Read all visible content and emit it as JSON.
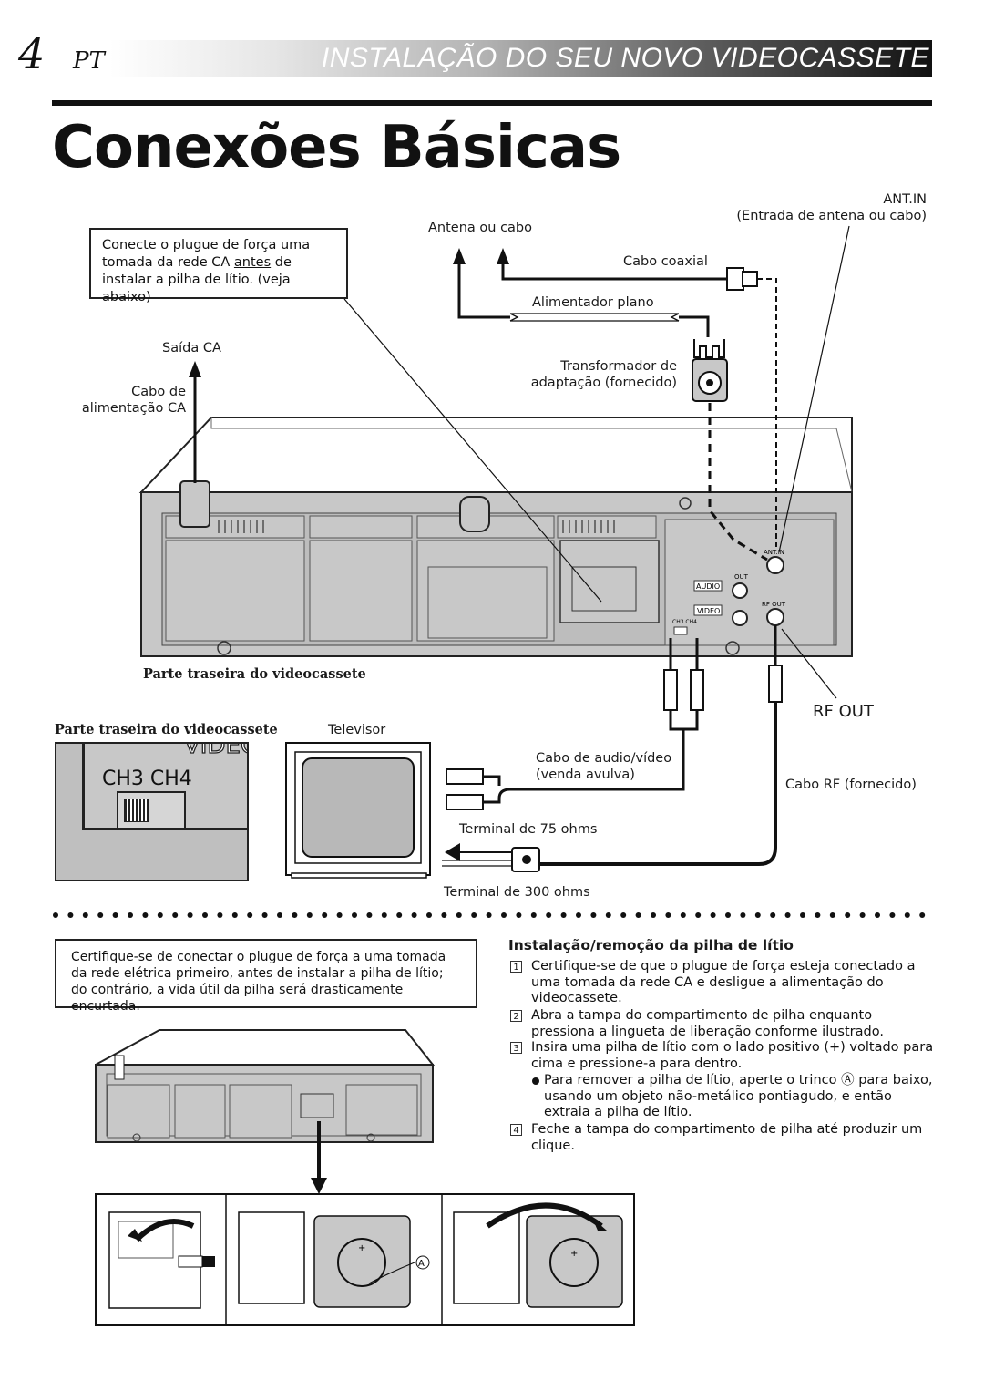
{
  "header": {
    "page_number": "4",
    "language": "PT",
    "section_title": "INSTALAÇÃO DO SEU NOVO VIDEOCASSETE"
  },
  "page_title": "Conexões Básicas",
  "power_note": {
    "before": "Conecte o plugue de força uma tomada da rede CA ",
    "emphasis": "antes",
    "after": " de instalar a pilha de lítio. (veja abaixo)"
  },
  "labels": {
    "antenna_or_cable": "Antena ou cabo",
    "ant_in": "ANT.IN",
    "ant_in_desc": "(Entrada de antena ou cabo)",
    "coax_cable": "Cabo coaxial",
    "flat_feeder": "Alimentador plano",
    "transformer_1": "Transformador de",
    "transformer_2": "adaptação (fornecido)",
    "ac_outlet": "Saída CA",
    "ac_cord_1": "Cabo de",
    "ac_cord_2": "alimentação CA",
    "rear_of_vcr": "Parte traseira do videocassete",
    "rf_out": "RF OUT",
    "audio_video_cable_1": "Cabo de audio/vídeo",
    "audio_video_cable_2": "(venda avulva)",
    "rf_cable": "Cabo RF (fornecido)",
    "tv": "Televisor",
    "terminal_75": "Terminal de 75 ohms",
    "terminal_300": "Terminal de 300 ohms",
    "panel_audio": "AUDIO",
    "panel_video": "VIDEO",
    "panel_out": "OUT",
    "panel_rf_out": "RF OUT",
    "panel_ant_in": "ANT.IN",
    "panel_ch": "CH3  CH4"
  },
  "inset": {
    "caption": "Parte traseira do videocassete",
    "channels": "CH3  CH4",
    "video_text": "VIDEO"
  },
  "ensure_note": "Certifique-se de conectar o plugue de força a uma tomada da rede elétrica primeiro, antes de instalar a pilha de lítio; do contrário, a vida útil da pilha será drasticamente encurtada.",
  "instructions": {
    "title": "Instalação/remoção da pilha de lítio",
    "steps": [
      {
        "num": "1",
        "text": "Certifique-se de que o plugue de força esteja conectado a uma tomada da rede CA e desligue a alimentação do videocassete."
      },
      {
        "num": "2",
        "text": "Abra a tampa do compartimento de pilha enquanto pressiona a lingueta de liberação conforme ilustrado."
      },
      {
        "num": "3",
        "text": "Insira uma pilha de lítio com o lado positivo (+) voltado para cima e pressione-a para dentro."
      },
      {
        "num": "4",
        "text": "Feche a tampa do compartimento de pilha até produzir um clique."
      }
    ],
    "bullet": "Para remover a pilha de lítio, aperte o trinco Ⓐ para baixo, usando um objeto não-metálico pontiagudo, e então extraia a pilha de lítio.",
    "latch_label": "A"
  },
  "colors": {
    "panel_gray": "#c8c8c8",
    "ink": "#111111",
    "header_dark": "#111111"
  }
}
